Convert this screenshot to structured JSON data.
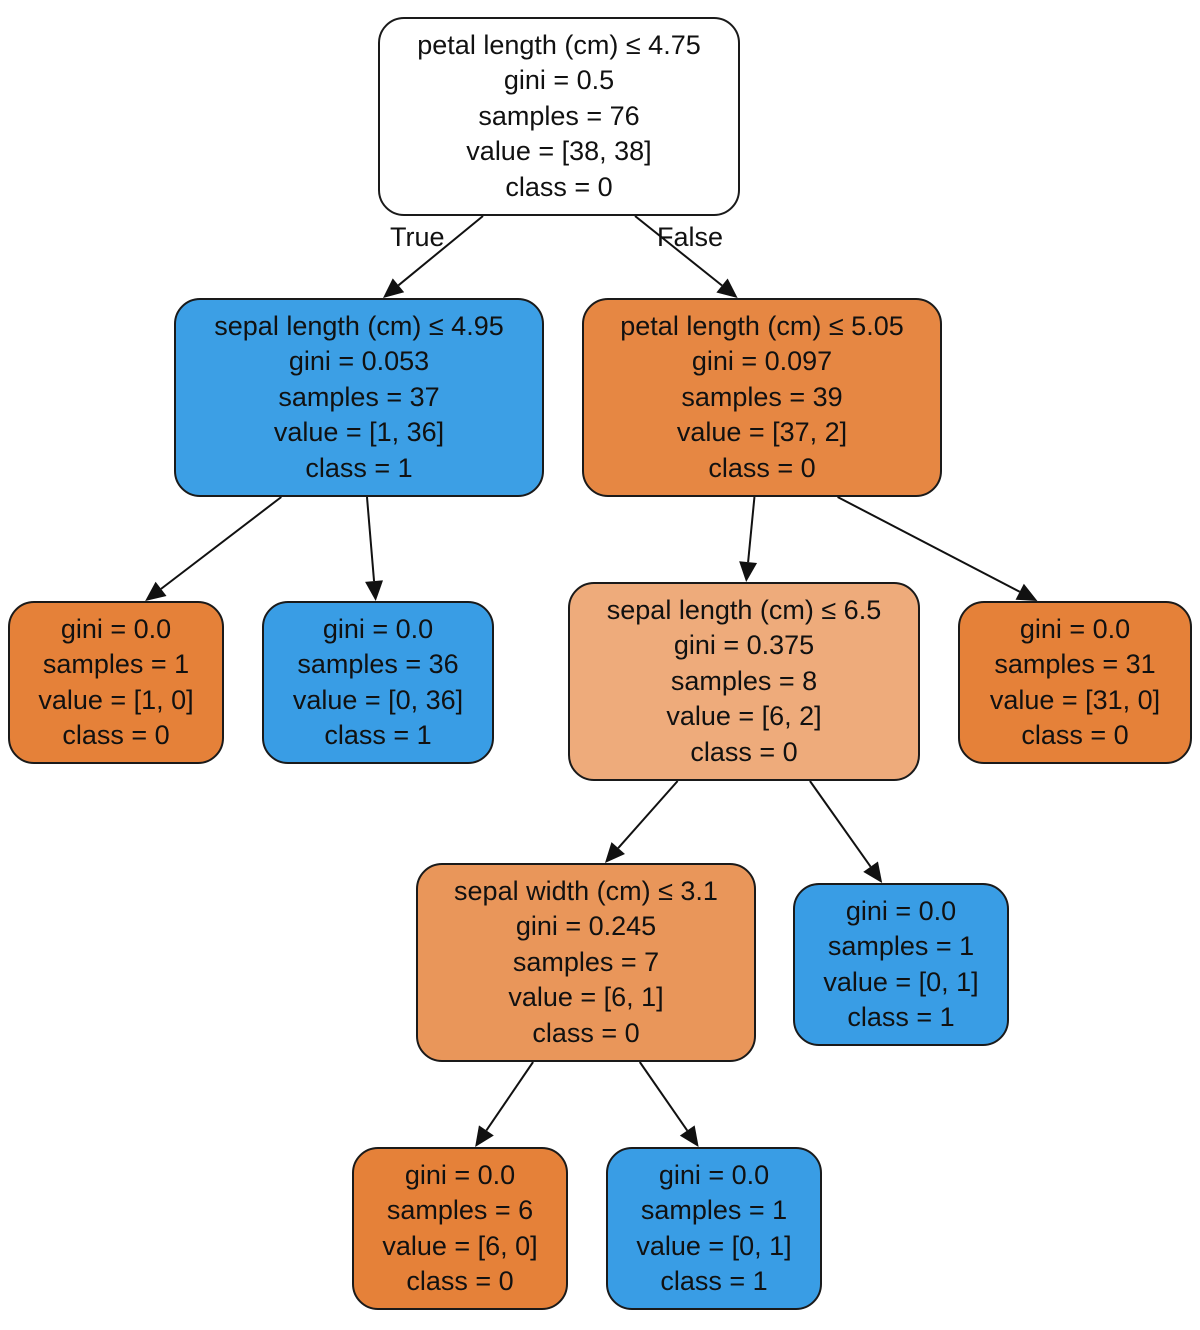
{
  "colors": {
    "white": "#ffffff",
    "blue_pure": "#399de5",
    "blue_strong": "#3c9fe5",
    "orange_pure": "#e58139",
    "orange_strong": "#e68743",
    "orange_light": "#eeab7b",
    "orange_mid": "#e9965a",
    "border": "#1a1a1a"
  },
  "edge_labels": {
    "true": "True",
    "false": "False"
  },
  "nodes": [
    {
      "id": "n0",
      "color": "white",
      "lines": [
        "petal length (cm) ≤ 4.75",
        "gini = 0.5",
        "samples = 76",
        "value = [38, 38]",
        "class = 0"
      ]
    },
    {
      "id": "n1",
      "color": "blue_strong",
      "lines": [
        "sepal length (cm) ≤ 4.95",
        "gini = 0.053",
        "samples = 37",
        "value = [1, 36]",
        "class = 1"
      ]
    },
    {
      "id": "n2",
      "color": "orange_strong",
      "lines": [
        "petal length (cm) ≤ 5.05",
        "gini = 0.097",
        "samples = 39",
        "value = [37, 2]",
        "class = 0"
      ]
    },
    {
      "id": "n3",
      "color": "orange_pure",
      "lines": [
        "gini = 0.0",
        "samples = 1",
        "value = [1, 0]",
        "class = 0"
      ]
    },
    {
      "id": "n4",
      "color": "blue_pure",
      "lines": [
        "gini = 0.0",
        "samples = 36",
        "value = [0, 36]",
        "class = 1"
      ]
    },
    {
      "id": "n5",
      "color": "orange_light",
      "lines": [
        "sepal length (cm) ≤ 6.5",
        "gini = 0.375",
        "samples = 8",
        "value = [6, 2]",
        "class = 0"
      ]
    },
    {
      "id": "n6",
      "color": "orange_pure",
      "lines": [
        "gini = 0.0",
        "samples = 31",
        "value = [31, 0]",
        "class = 0"
      ]
    },
    {
      "id": "n7",
      "color": "orange_mid",
      "lines": [
        "sepal width (cm) ≤ 3.1",
        "gini = 0.245",
        "samples = 7",
        "value = [6, 1]",
        "class = 0"
      ]
    },
    {
      "id": "n8",
      "color": "blue_pure",
      "lines": [
        "gini = 0.0",
        "samples = 1",
        "value = [0, 1]",
        "class = 1"
      ]
    },
    {
      "id": "n9",
      "color": "orange_pure",
      "lines": [
        "gini = 0.0",
        "samples = 6",
        "value = [6, 0]",
        "class = 0"
      ]
    },
    {
      "id": "n10",
      "color": "blue_pure",
      "lines": [
        "gini = 0.0",
        "samples = 1",
        "value = [0, 1]",
        "class = 1"
      ]
    }
  ],
  "edges": [
    {
      "from": "n0",
      "to": "n1",
      "branch": "true"
    },
    {
      "from": "n0",
      "to": "n2",
      "branch": "false"
    },
    {
      "from": "n1",
      "to": "n3"
    },
    {
      "from": "n1",
      "to": "n4"
    },
    {
      "from": "n2",
      "to": "n5"
    },
    {
      "from": "n2",
      "to": "n6"
    },
    {
      "from": "n5",
      "to": "n7"
    },
    {
      "from": "n5",
      "to": "n8"
    },
    {
      "from": "n7",
      "to": "n9"
    },
    {
      "from": "n7",
      "to": "n10"
    }
  ]
}
